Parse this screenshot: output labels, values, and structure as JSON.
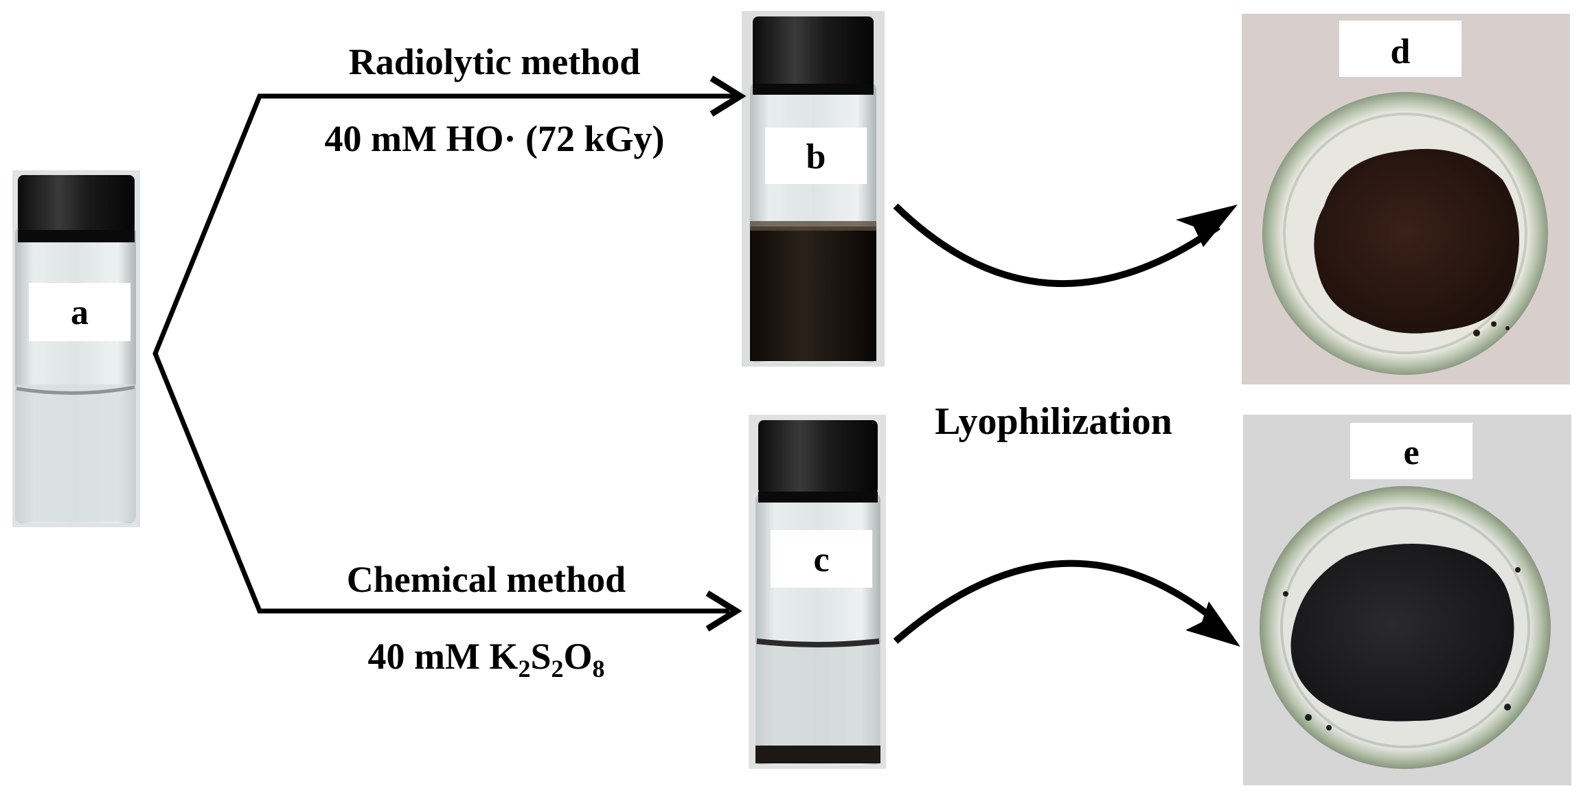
{
  "panels": {
    "a": "a",
    "b": "b",
    "c": "c",
    "d": "d",
    "e": "e"
  },
  "top_route": {
    "method": "Radiolytic method",
    "condition": "40 mM HO· (72 kGy)"
  },
  "bottom_route": {
    "method": "Chemical method",
    "condition_parts": {
      "prefix": "40 mM K",
      "sub1": "2",
      "mid1": "S",
      "sub2": "2",
      "mid2": "O",
      "sub3": "8"
    }
  },
  "process_label": "Lyophilization",
  "colors": {
    "vial_cap": "#161616",
    "clear_liquid": "#dde2e2",
    "dark_liquid": "#1e1711",
    "petri_background_d": "#d8cfcd",
    "petri_background_e": "#d6d6d6",
    "powder_brown": "#2e1a14",
    "powder_black": "#1a1a1c"
  }
}
